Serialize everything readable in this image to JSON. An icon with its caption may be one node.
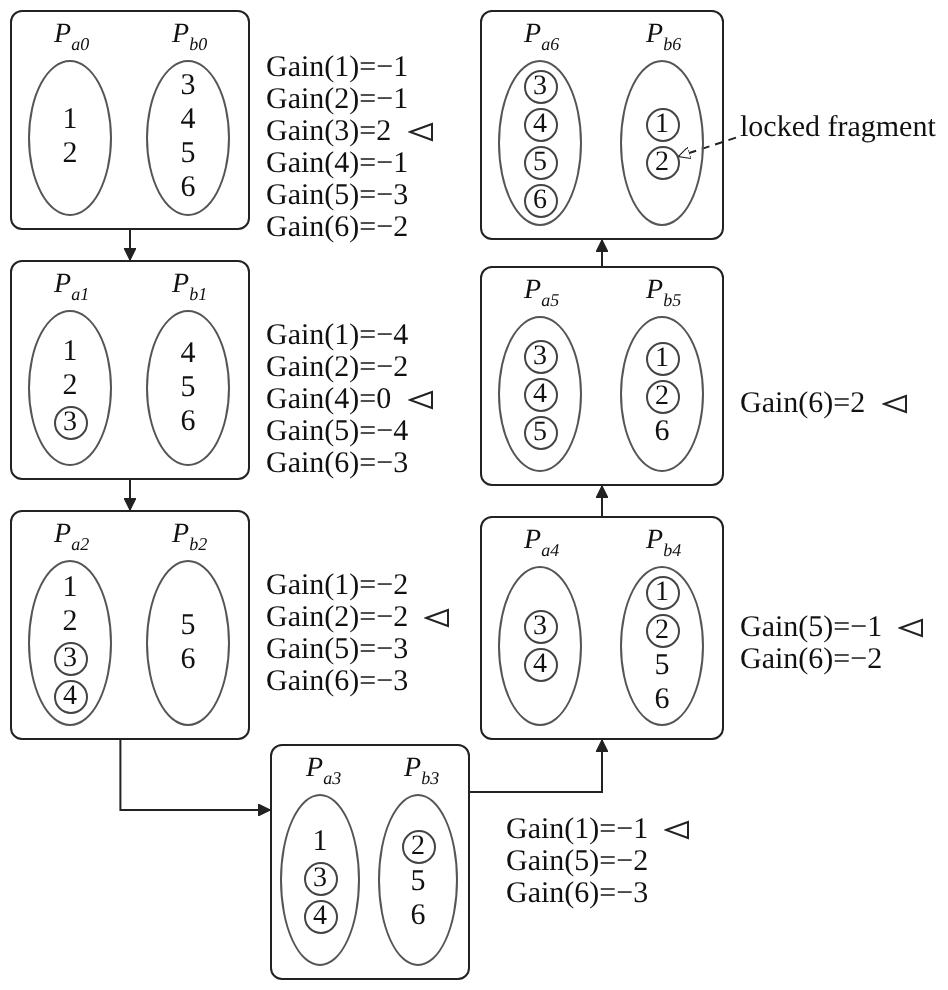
{
  "diagram": {
    "nodes": [
      {
        "text": [],
        "shape": "box",
        "beside": [
          "Gain(1)=−1",
          "Gain(2)=−1",
          "Gain(3)=2",
          "Gain(4)=−1",
          "Gain(5)=−3",
          "Gain(6)=−2"
        ]
      },
      {
        "text": [
          "P$_{a0}$",
          "1",
          "2"
        ],
        "in": 0
      },
      {
        "text": [
          "P$_{b0}$",
          "3",
          "4",
          "5",
          "6"
        ],
        "in": 0
      },
      {
        "text": [],
        "shape": "box",
        "beside": [
          "Gain(1)=−4",
          "Gain(2)=−2",
          "Gain(4)=0",
          "Gain(5)=−4",
          "Gain(6)=−3"
        ]
      },
      {
        "text": [
          "P$_{a1}$",
          "1",
          "2"
        ],
        "in": 3
      },
      {
        "text": [
          "3"
        ],
        "in": 4
      },
      {
        "text": [
          "P$_{b1}$",
          "4",
          "5",
          "6"
        ],
        "in": 3
      },
      {
        "text": [],
        "shape": "box",
        "beside": [
          "Gain(1)=−2",
          "Gain(2)=−2",
          "Gain(5)=−3",
          "Gain(6)=−3"
        ]
      },
      {
        "text": [
          "P$_{a2}$",
          "1",
          "2"
        ],
        "in": 7
      },
      {
        "text": [
          "3"
        ],
        "in": 8
      },
      {
        "text": [
          "4"
        ],
        "in": 8
      },
      {
        "text": [
          "P$_{b2}$",
          "5",
          "6"
        ],
        "in": 7
      },
      {
        "text": [],
        "shape": "box",
        "beside": [
          "Gain(1)=−1",
          "Gain(5)=−2",
          "Gain(6)=−3"
        ]
      },
      {
        "text": [
          "P$_{a3}$",
          "1"
        ],
        "in": 12
      },
      {
        "text": [
          "3"
        ],
        "in": 13
      },
      {
        "text": [
          "4"
        ],
        "in": 13
      },
      {
        "text": [
          "P$_{b3}$",
          "5",
          "6"
        ],
        "in": 12
      },
      {
        "text": [
          "2"
        ],
        "in": 16
      },
      {
        "text": [],
        "shape": "box",
        "beside": [
          "Gain(5)=−1",
          "Gain(6)=−2"
        ]
      },
      {
        "text": [
          "P$_{a4}$"
        ],
        "in": 18
      },
      {
        "text": [
          "3"
        ],
        "in": 19
      },
      {
        "text": [
          "4"
        ],
        "in": 19
      },
      {
        "text": [
          "P$_{b4}$",
          "5",
          "6"
        ],
        "in": 18
      },
      {
        "text": [
          "1"
        ],
        "in": 22
      },
      {
        "text": [
          "2"
        ],
        "in": 22
      },
      {
        "text": [],
        "shape": "box",
        "beside": [
          "Gain(6)=2"
        ]
      },
      {
        "text": [
          "P$_{a5}$"
        ],
        "in": 25
      },
      {
        "text": [
          "3"
        ],
        "in": 26
      },
      {
        "text": [
          "4"
        ],
        "in": 26
      },
      {
        "text": [
          "5"
        ],
        "in": 26
      },
      {
        "text": [
          "P$_{b5}$",
          "6"
        ],
        "in": 25
      },
      {
        "text": [
          "1"
        ],
        "in": 30
      },
      {
        "text": [
          "2"
        ],
        "in": 30
      },
      {
        "text": [],
        "shape": "box"
      },
      {
        "text": [
          "P$_{a6}$"
        ],
        "in": 33
      },
      {
        "text": [
          "3"
        ],
        "in": 34
      },
      {
        "text": [
          "4"
        ],
        "in": 34
      },
      {
        "text": [
          "5"
        ],
        "in": 34
      },
      {
        "text": [
          "6"
        ],
        "in": 34
      },
      {
        "text": [
          "P$_{b6}$"
        ],
        "in": 33
      },
      {
        "text": [
          "1"
        ],
        "in": 39
      },
      {
        "text": [
          "2"
        ],
        "in": 39
      },
      {
        "text": [
          "locked fragment"
        ]
      }
    ],
    "edges": [
      {
        "from": 0,
        "to": 3,
        "arrow": "to"
      },
      {
        "from": 3,
        "to": 7,
        "arrow": "to"
      },
      {
        "from": 7,
        "to": 12,
        "arrow": "to"
      },
      {
        "from": 12,
        "to": 18,
        "arrow": "to"
      },
      {
        "from": 18,
        "to": 25,
        "arrow": "to"
      },
      {
        "from": 25,
        "to": 33,
        "arrow": "to"
      },
      {
        "from": 42,
        "to": 41,
        "arrow": "to",
        "style": "dashed"
      }
    ]
  }
}
